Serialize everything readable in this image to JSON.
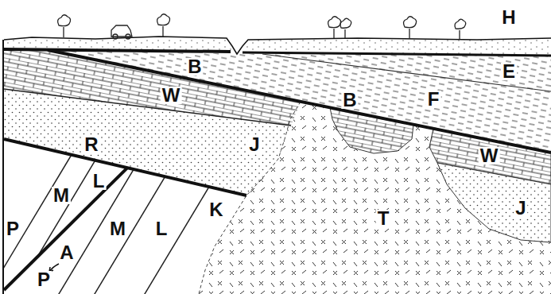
{
  "diagram": {
    "labels": [
      "H",
      "E",
      "B",
      "W",
      "F",
      "B",
      "J",
      "R",
      "W",
      "L",
      "M",
      "K",
      "T",
      "J",
      "P",
      "M",
      "L",
      "A",
      "P"
    ]
  }
}
